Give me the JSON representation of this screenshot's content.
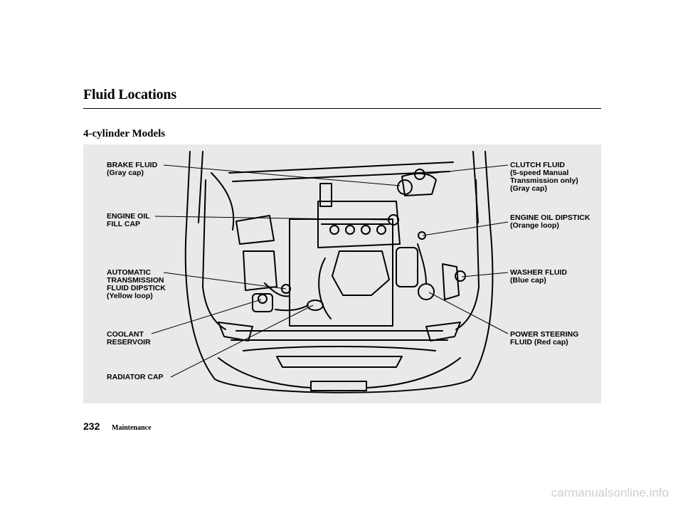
{
  "header": {
    "title": "Fluid Locations"
  },
  "section": {
    "subtitle": "4-cylinder Models"
  },
  "labels": {
    "brake_fluid": [
      "BRAKE FLUID",
      "(Gray cap)"
    ],
    "engine_oil_fill_cap": [
      "ENGINE OIL",
      "FILL CAP"
    ],
    "atf_dipstick": [
      "AUTOMATIC",
      "TRANSMISSION",
      "FLUID DIPSTICK",
      "(Yellow loop)"
    ],
    "coolant_reservoir": [
      "COOLANT",
      "RESERVOIR"
    ],
    "radiator_cap": [
      "RADIATOR CAP"
    ],
    "clutch_fluid": [
      "CLUTCH FLUID",
      "(5-speed Manual",
      "Transmission only)",
      "(Gray cap)"
    ],
    "engine_oil_dipstick": [
      "ENGINE OIL DIPSTICK",
      "(Orange loop)"
    ],
    "washer_fluid": [
      "WASHER FLUID",
      "(Blue cap)"
    ],
    "power_steering_fluid": [
      "POWER STEERING",
      "FLUID (Red cap)"
    ]
  },
  "footer": {
    "page_number": "232",
    "section_name": "Maintenance"
  },
  "watermark": {
    "text": "carmanualsonline.info"
  }
}
